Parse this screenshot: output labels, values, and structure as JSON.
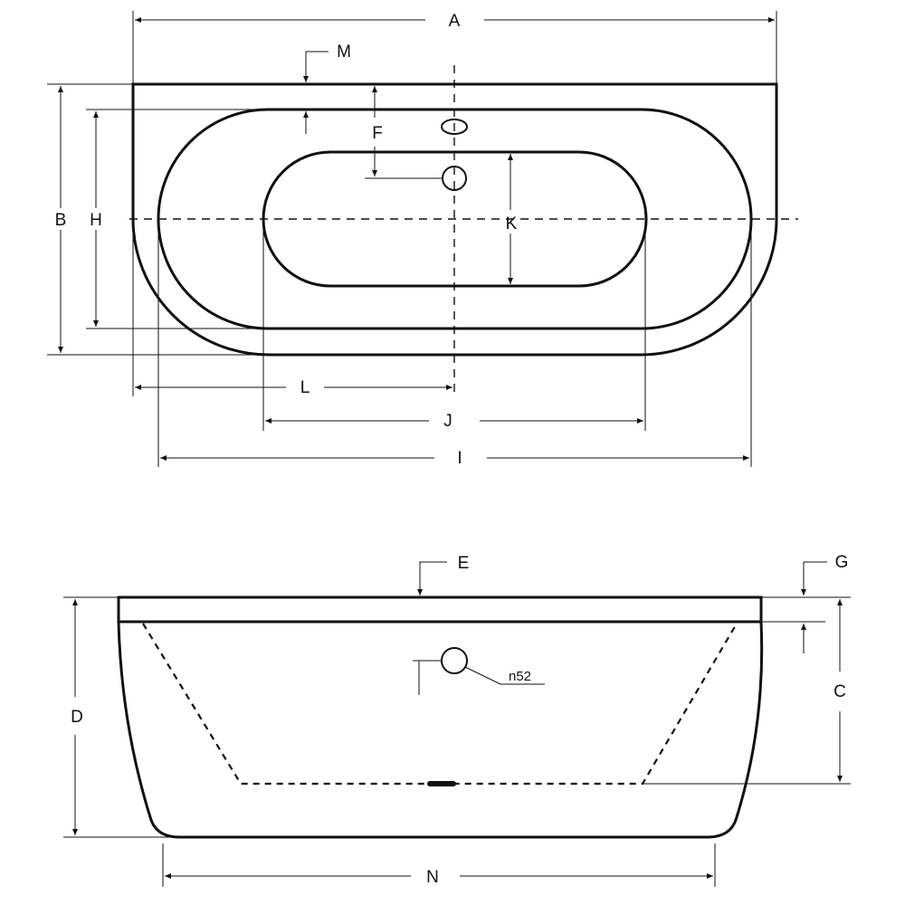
{
  "colors": {
    "line": "#111111",
    "background": "#ffffff"
  },
  "top_view": {
    "labels": {
      "A": "A",
      "B": "B",
      "H": "H",
      "F": "F",
      "K": "K",
      "M": "M",
      "L": "L",
      "J": "J",
      "I": "I"
    }
  },
  "side_view": {
    "labels": {
      "E": "E",
      "G": "G",
      "C": "C",
      "D": "D",
      "N": "N"
    },
    "overflow_note": "n52"
  }
}
